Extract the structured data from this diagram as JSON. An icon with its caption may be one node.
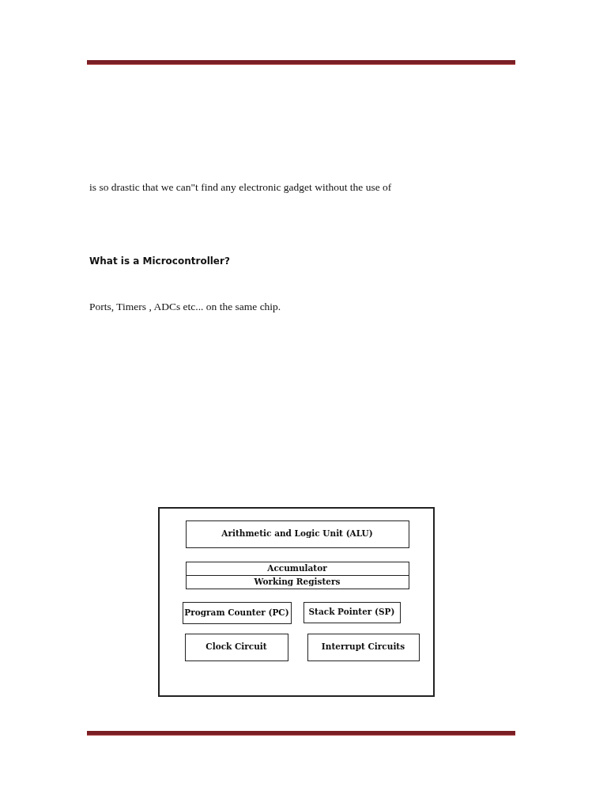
{
  "diagram": {
    "title": "What is a Microcontroller?",
    "nodes": [
      {
        "text": [],
        "shape": "box"
      },
      {
        "text": [
          "Arithmetic and Logic Unit (ALU)"
        ],
        "in": 0
      },
      {
        "text": [
          "Accumulator"
        ],
        "in": 0
      },
      {
        "text": [
          "Working Registers"
        ],
        "in": 0
      },
      {
        "text": [
          "Program Counter (PC)"
        ],
        "in": 0
      },
      {
        "text": [
          "Stack Pointer (SP)"
        ],
        "in": 0
      },
      {
        "text": [
          "Clock Circuit"
        ],
        "in": 0
      },
      {
        "text": [
          "Interrupt Circuits"
        ],
        "in": 0
      }
    ],
    "labels": [
      "is so drastic that we can\"t find any electronic gadget without the use of",
      "Ports, Timers , ADCs etc... on the same chip."
    ]
  }
}
